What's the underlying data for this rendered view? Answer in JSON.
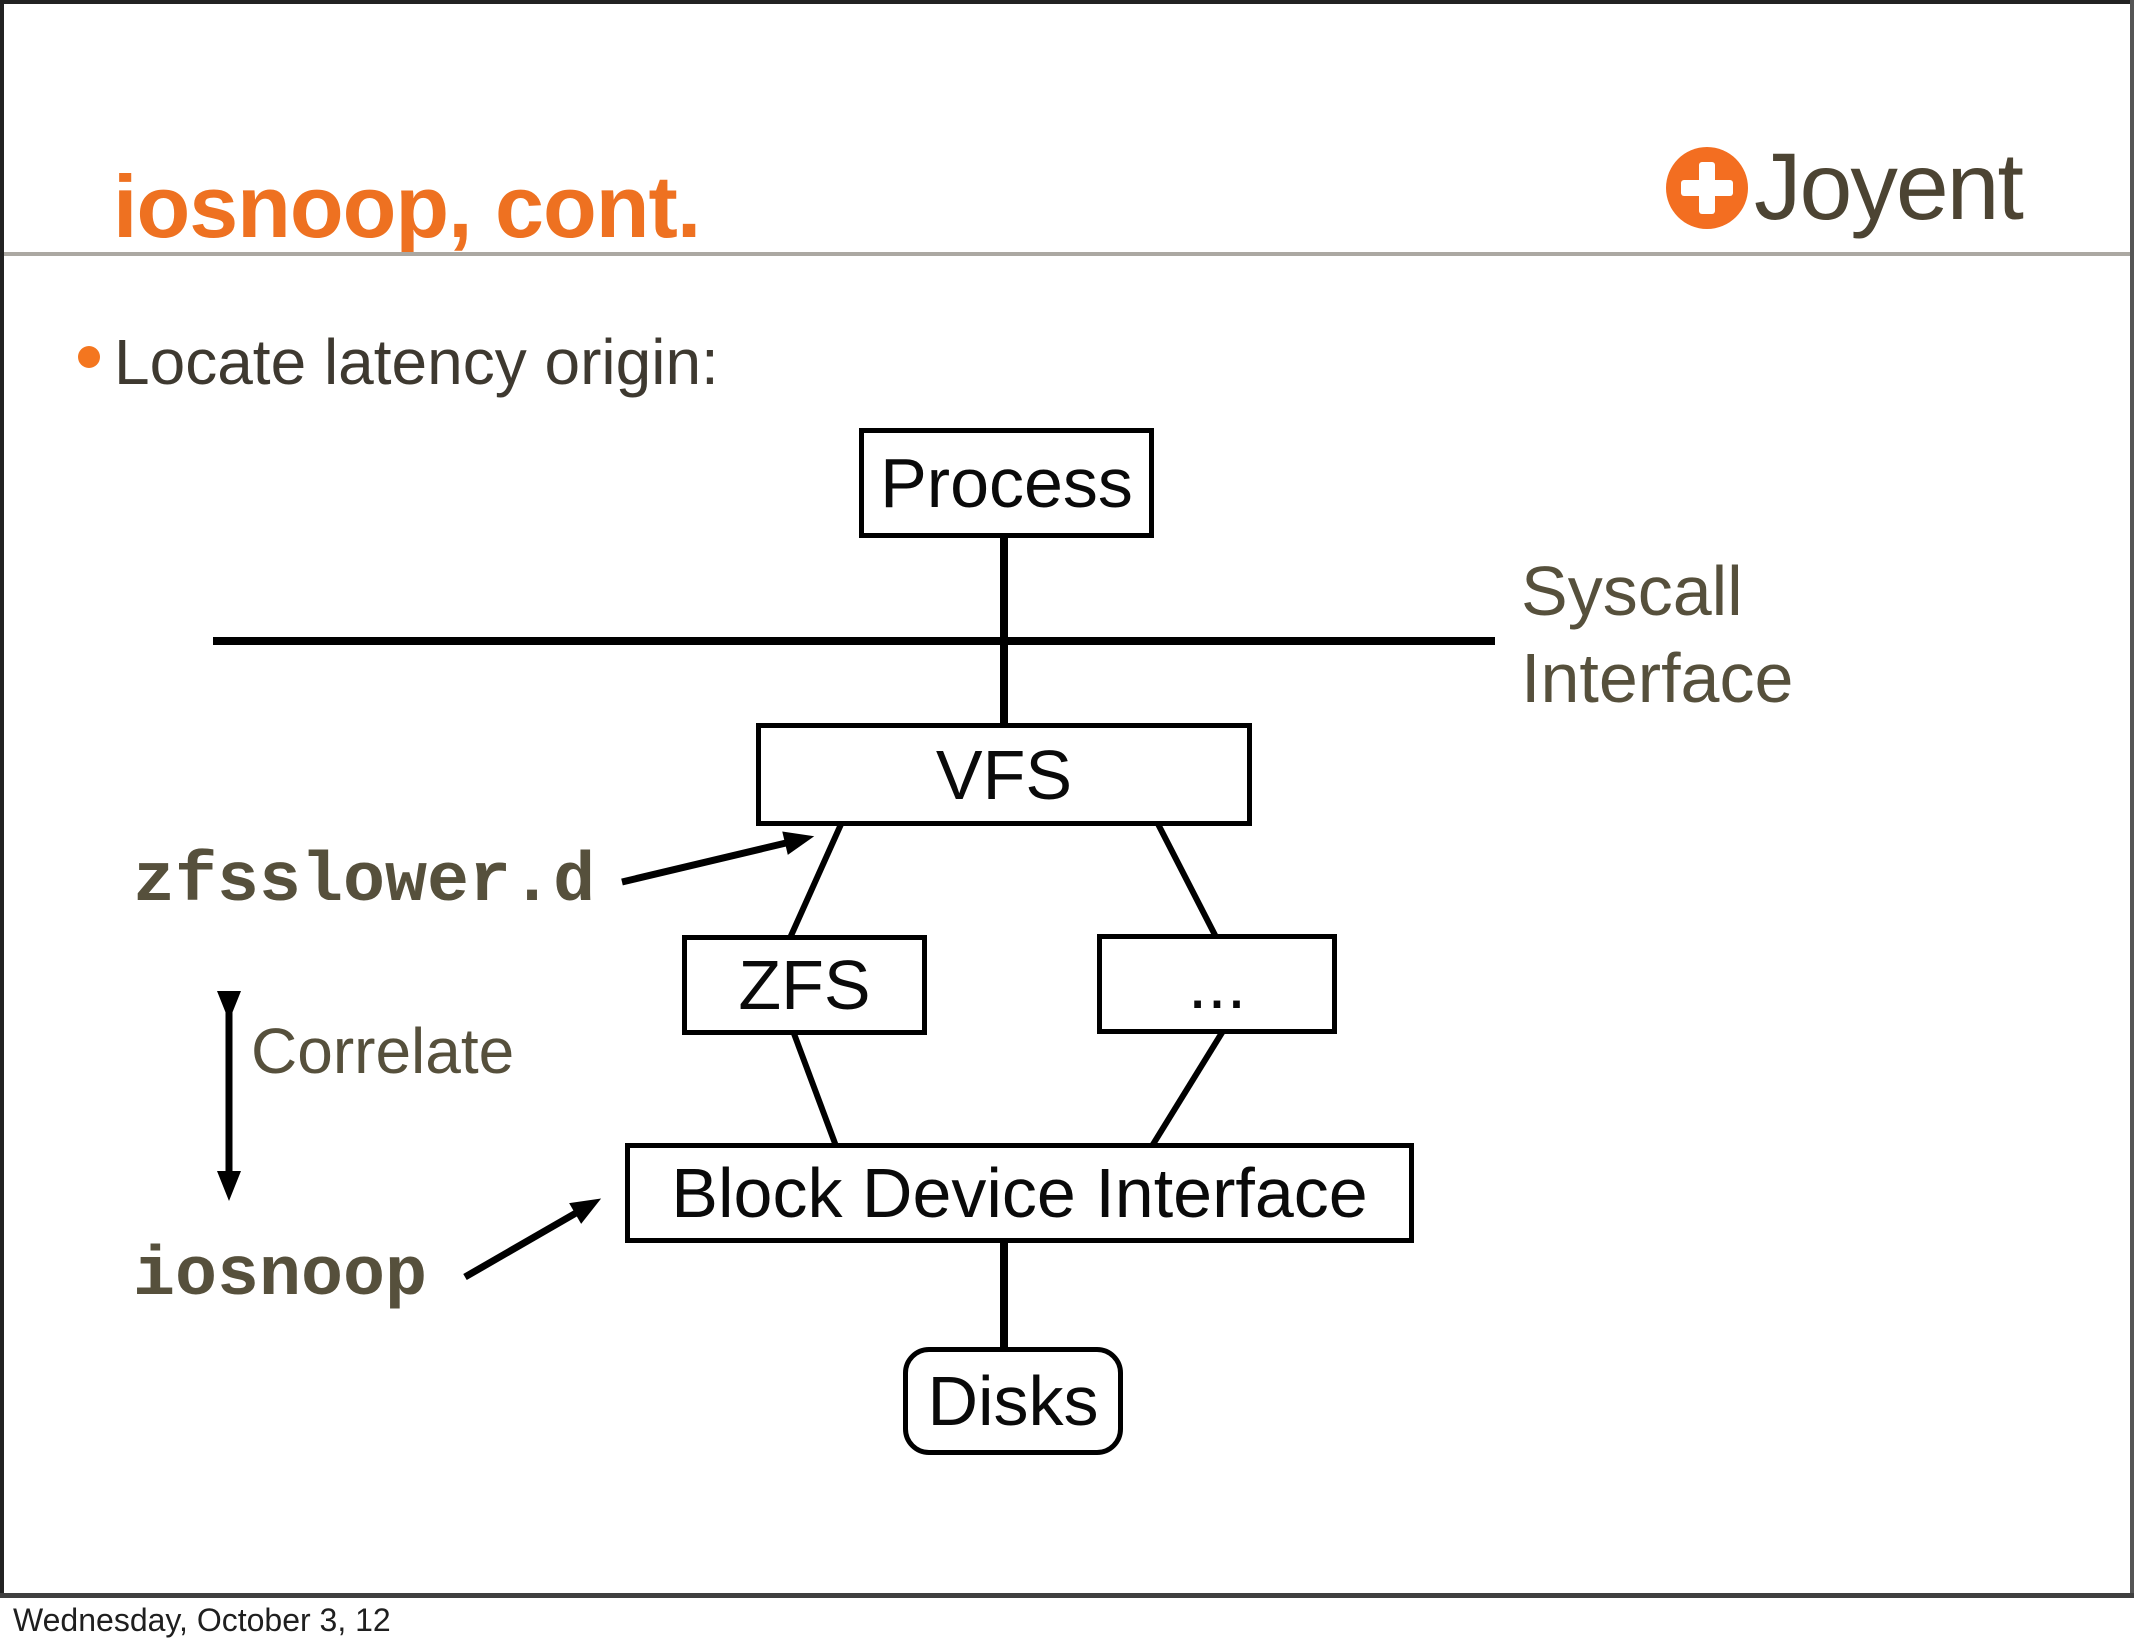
{
  "slide": {
    "title": "iosnoop, cont.",
    "bullet_text": "Locate latency origin:",
    "footer": "Wednesday, October 3, 12"
  },
  "logo": {
    "brand": "Joyent",
    "icon": "plus-icon"
  },
  "diagram": {
    "nodes": [
      {
        "id": "process",
        "label": "Process"
      },
      {
        "id": "vfs",
        "label": "VFS"
      },
      {
        "id": "zfs",
        "label": "ZFS"
      },
      {
        "id": "other-filesystems",
        "label": "..."
      },
      {
        "id": "block-device-interface",
        "label": "Block Device Interface"
      },
      {
        "id": "disks",
        "label": "Disks"
      }
    ],
    "boundary_label": {
      "line1": "Syscall",
      "line2": "Interface"
    },
    "annotations": {
      "zfsslower_label": "zfsslower.d",
      "iosnoop_label": "iosnoop",
      "correlate_label": "Correlate"
    }
  },
  "colors": {
    "title_orange": "#EE7121",
    "logo_orange": "#F36E21",
    "bullet_orange": "#F4761F",
    "olive_text": "#56503C",
    "body_text": "#3E3930",
    "wordmark_brown": "#4C4433",
    "line_black": "#000000",
    "separator_gray": "#ABA8A2"
  }
}
